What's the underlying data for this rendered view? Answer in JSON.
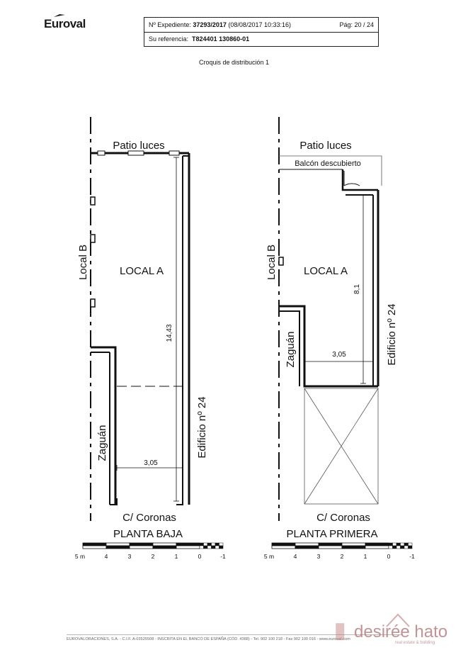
{
  "header": {
    "logo_text": "Euroval",
    "expediente_label": "Nº Expediente:",
    "expediente_value": "37293/2017",
    "expediente_date": "(08/08/2017 10:33:16)",
    "page_label": "Pág: 20 / 24",
    "referencia_label": "Su referencia:",
    "referencia_value": "T824401 130860-01"
  },
  "subtitle": "Croquis de distribución 1",
  "plan_baja": {
    "patio": "Patio luces",
    "local_b": "Local B",
    "local_a": "LOCAL A",
    "zaguan": "Zaguán",
    "edificio": "Edificio nº 24",
    "street": "C/ Coronas",
    "title": "PLANTA BAJA",
    "dim_length": "14,43",
    "dim_width": "3,05"
  },
  "plan_primera": {
    "patio": "Patio luces",
    "balcon": "Balcón descubierto",
    "local_b": "Local B",
    "local_a": "LOCAL A",
    "zaguan": "Zaguán",
    "edificio": "Edificio nº 24",
    "street": "C/ Coronas",
    "title": "PLANTA PRIMERA",
    "dim_length": "8,1",
    "dim_width": "3,05"
  },
  "scale_labels": [
    "5 m",
    "4",
    "3",
    "2",
    "1",
    "0",
    "-1"
  ],
  "footer": "EUROVALORACIONES, S.A. - C.I.F. A-03525508 - INSCRITA EN EL BANCO DE ESPAÑA (CÓD. 4388) - Tel. 902 100 218 - Fax 902 100 016 - www.euroval.com",
  "watermark": {
    "name": "desirée hato",
    "tagline": "real estate & building"
  }
}
